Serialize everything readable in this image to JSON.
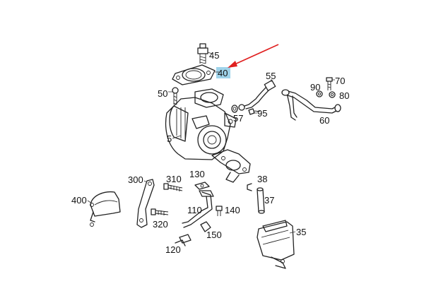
{
  "diagram": {
    "highlight_color": "#9fd3ea",
    "arrow_color": "#e02020",
    "highlighted_callout": "40",
    "callouts": [
      {
        "id": "c45",
        "text": "45"
      },
      {
        "id": "c40",
        "text": "40"
      },
      {
        "id": "c50",
        "text": "50"
      },
      {
        "id": "c55",
        "text": "55"
      },
      {
        "id": "c70",
        "text": "70"
      },
      {
        "id": "c90",
        "text": "90"
      },
      {
        "id": "c80",
        "text": "80"
      },
      {
        "id": "c57",
        "text": "57"
      },
      {
        "id": "c95",
        "text": "95"
      },
      {
        "id": "c60",
        "text": "60"
      },
      {
        "id": "c5",
        "text": "5"
      },
      {
        "id": "c300",
        "text": "300"
      },
      {
        "id": "c310",
        "text": "310"
      },
      {
        "id": "c130",
        "text": "130"
      },
      {
        "id": "c38",
        "text": "38"
      },
      {
        "id": "c400",
        "text": "400"
      },
      {
        "id": "c37",
        "text": "37"
      },
      {
        "id": "c110",
        "text": "110"
      },
      {
        "id": "c140",
        "text": "140"
      },
      {
        "id": "c320",
        "text": "320"
      },
      {
        "id": "c150",
        "text": "150"
      },
      {
        "id": "c35",
        "text": "35"
      },
      {
        "id": "c120",
        "text": "120"
      }
    ]
  }
}
